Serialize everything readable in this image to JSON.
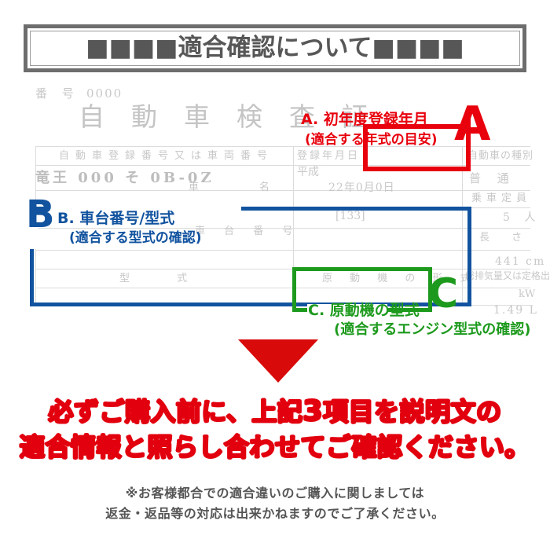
{
  "banner": {
    "title": "■■■■適合確認について■■■■"
  },
  "document": {
    "number_label": "番 号",
    "number_value": "0000",
    "title": "自動車検査証",
    "registration_number_header": "自動車登録番号又は車両番号",
    "registration_number_value": "竜王 000 そ 0B-0Z",
    "vehicle_label": "車",
    "name_label": "名",
    "registration_date_header": "登録年月日",
    "era": "平成",
    "date_value": "22年0月0日",
    "vehicle_type_header": "自動車の種別",
    "vehicle_type_value": "普 通",
    "capacity_header": "乗車定員",
    "capacity_value": "5 人",
    "bracket_value": "[133]",
    "chassis_number_header": "車 台 番 号",
    "length_header": "長 さ",
    "length_value": "441 cm",
    "model_header": "型 式",
    "engine_model_header": "原 動 機 の 形 式",
    "displacement_header": "総排気量又は定格出力",
    "power_unit": "kW",
    "displacement_value": "1.49 L"
  },
  "annotations": {
    "a": {
      "letter": "A",
      "label": "A. 初年度登録年月",
      "sub": "(適合する年式の目安)",
      "color": "#e8000d"
    },
    "b": {
      "letter": "B",
      "label": "B. 車台番号/型式",
      "sub": "(適合する型式の確認)",
      "color": "#12539f"
    },
    "c": {
      "letter": "C",
      "label": "C. 原動機の型式",
      "sub": "(適合するエンジン型式の確認)",
      "color": "#1d9a1d"
    }
  },
  "arrow": {
    "name": "down-arrow",
    "color": "#d90a0a"
  },
  "cta": {
    "line1_before": "必ずご購入前に、上記",
    "line1_number": "3",
    "line1_after": "項目を説明文の",
    "line2": "適合情報と照らし合わせてご確認ください。",
    "color": "#e2000f"
  },
  "disclaimer": {
    "line1": "※お客様都合での適合違いのご購入に関しましては",
    "line2": "返金・返品等の対応は出来かねますのでご了承ください。",
    "color": "#555555"
  }
}
